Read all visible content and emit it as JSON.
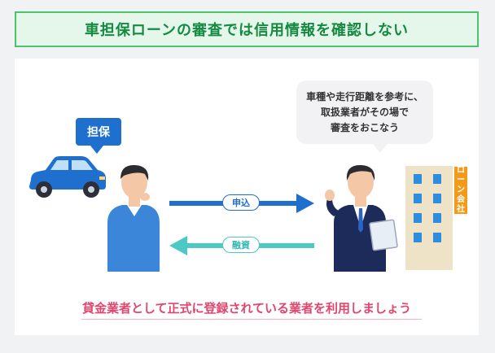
{
  "title": "車担保ローンの審査では信用情報を確認しない",
  "collateral_label": "担保",
  "lender_speech": [
    "車種や走行距離を参考に、",
    "取扱業者がその場で",
    "審査をおこなう"
  ],
  "apply_label": "申込",
  "loan_label": "融資",
  "company_sign": [
    "ロ",
    "ー",
    "ン",
    "会",
    "社"
  ],
  "footer": "貸金業者として正式に登録されている業者を利用しましょう",
  "colors": {
    "title_green": "#158a41",
    "title_border": "#4cc46e",
    "apply_arrow": "#1f6fcf",
    "loan_arrow": "#4cc9c4",
    "footer_pink": "#e2456d",
    "car_blue": "#1f6fcf",
    "sign_orange": "#f39a17"
  },
  "icons": [
    "car-icon",
    "customer-figure",
    "lender-figure",
    "office-building-icon"
  ]
}
